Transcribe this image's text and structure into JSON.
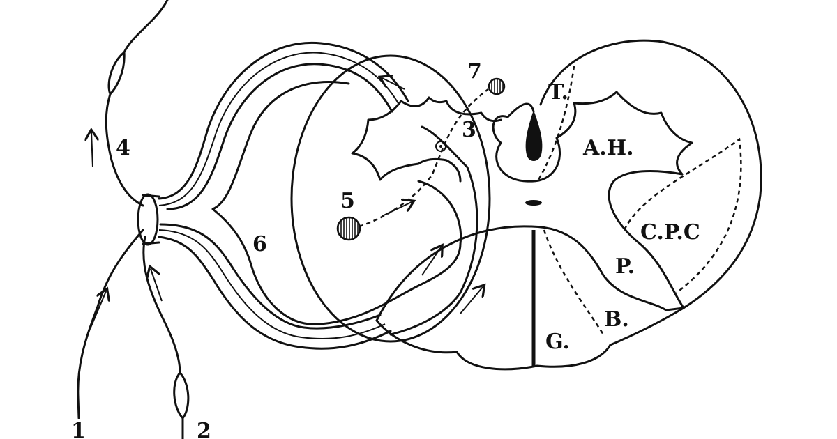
{
  "labels": {
    "one": "1",
    "two": "2",
    "three": "3",
    "four": "4",
    "five": "5",
    "six": "6",
    "seven": "7",
    "t": "T.",
    "ah": "A.H.",
    "cpc": "C.P.C",
    "p": "P.",
    "b": "B.",
    "g": "G."
  },
  "colors": {
    "ink": "#111111",
    "background": "#ffffff"
  }
}
